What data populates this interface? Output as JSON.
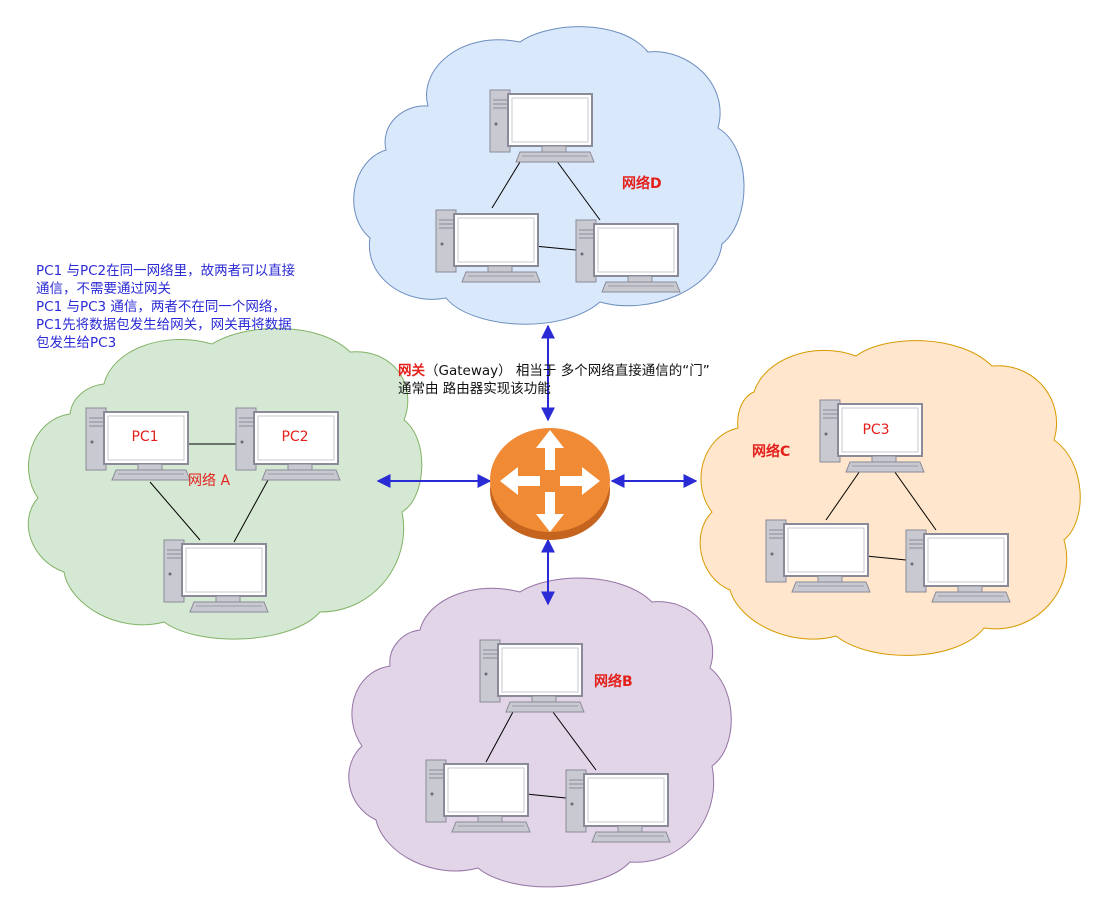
{
  "note_lines": [
    "PC1 与PC2在同一网络里，故两者可以直接",
    "通信，不需要通过网关",
    "PC1 与PC3 通信，两者不在同一个网络，",
    "PC1先将数据包发生给网关，网关再将数据",
    "包发生给PC3"
  ],
  "gateway": {
    "keyword": "网关",
    "line1_rest": "（Gateway） 相当于 多个网络直接通信的“门”",
    "line2": "通常由 路由器实现该功能"
  },
  "networks": {
    "a": {
      "label": "网络 A",
      "pc1": "PC1",
      "pc2": "PC2"
    },
    "b": {
      "label": "网络B"
    },
    "c": {
      "label": "网络C",
      "pc3": "PC3"
    },
    "d": {
      "label": "网络D"
    }
  },
  "colors": {
    "network_a_fill": "#d5e8d4",
    "network_a_stroke": "#82b366",
    "network_b_fill": "#e1d5e7",
    "network_b_stroke": "#9673a6",
    "network_c_fill": "#ffe6cc",
    "network_c_stroke": "#d79b00",
    "network_d_fill": "#dae8fc",
    "network_d_stroke": "#6c8ebf",
    "arrow": "#2b2bd6",
    "label_red": "#e3211c",
    "router": "#f08a35"
  }
}
